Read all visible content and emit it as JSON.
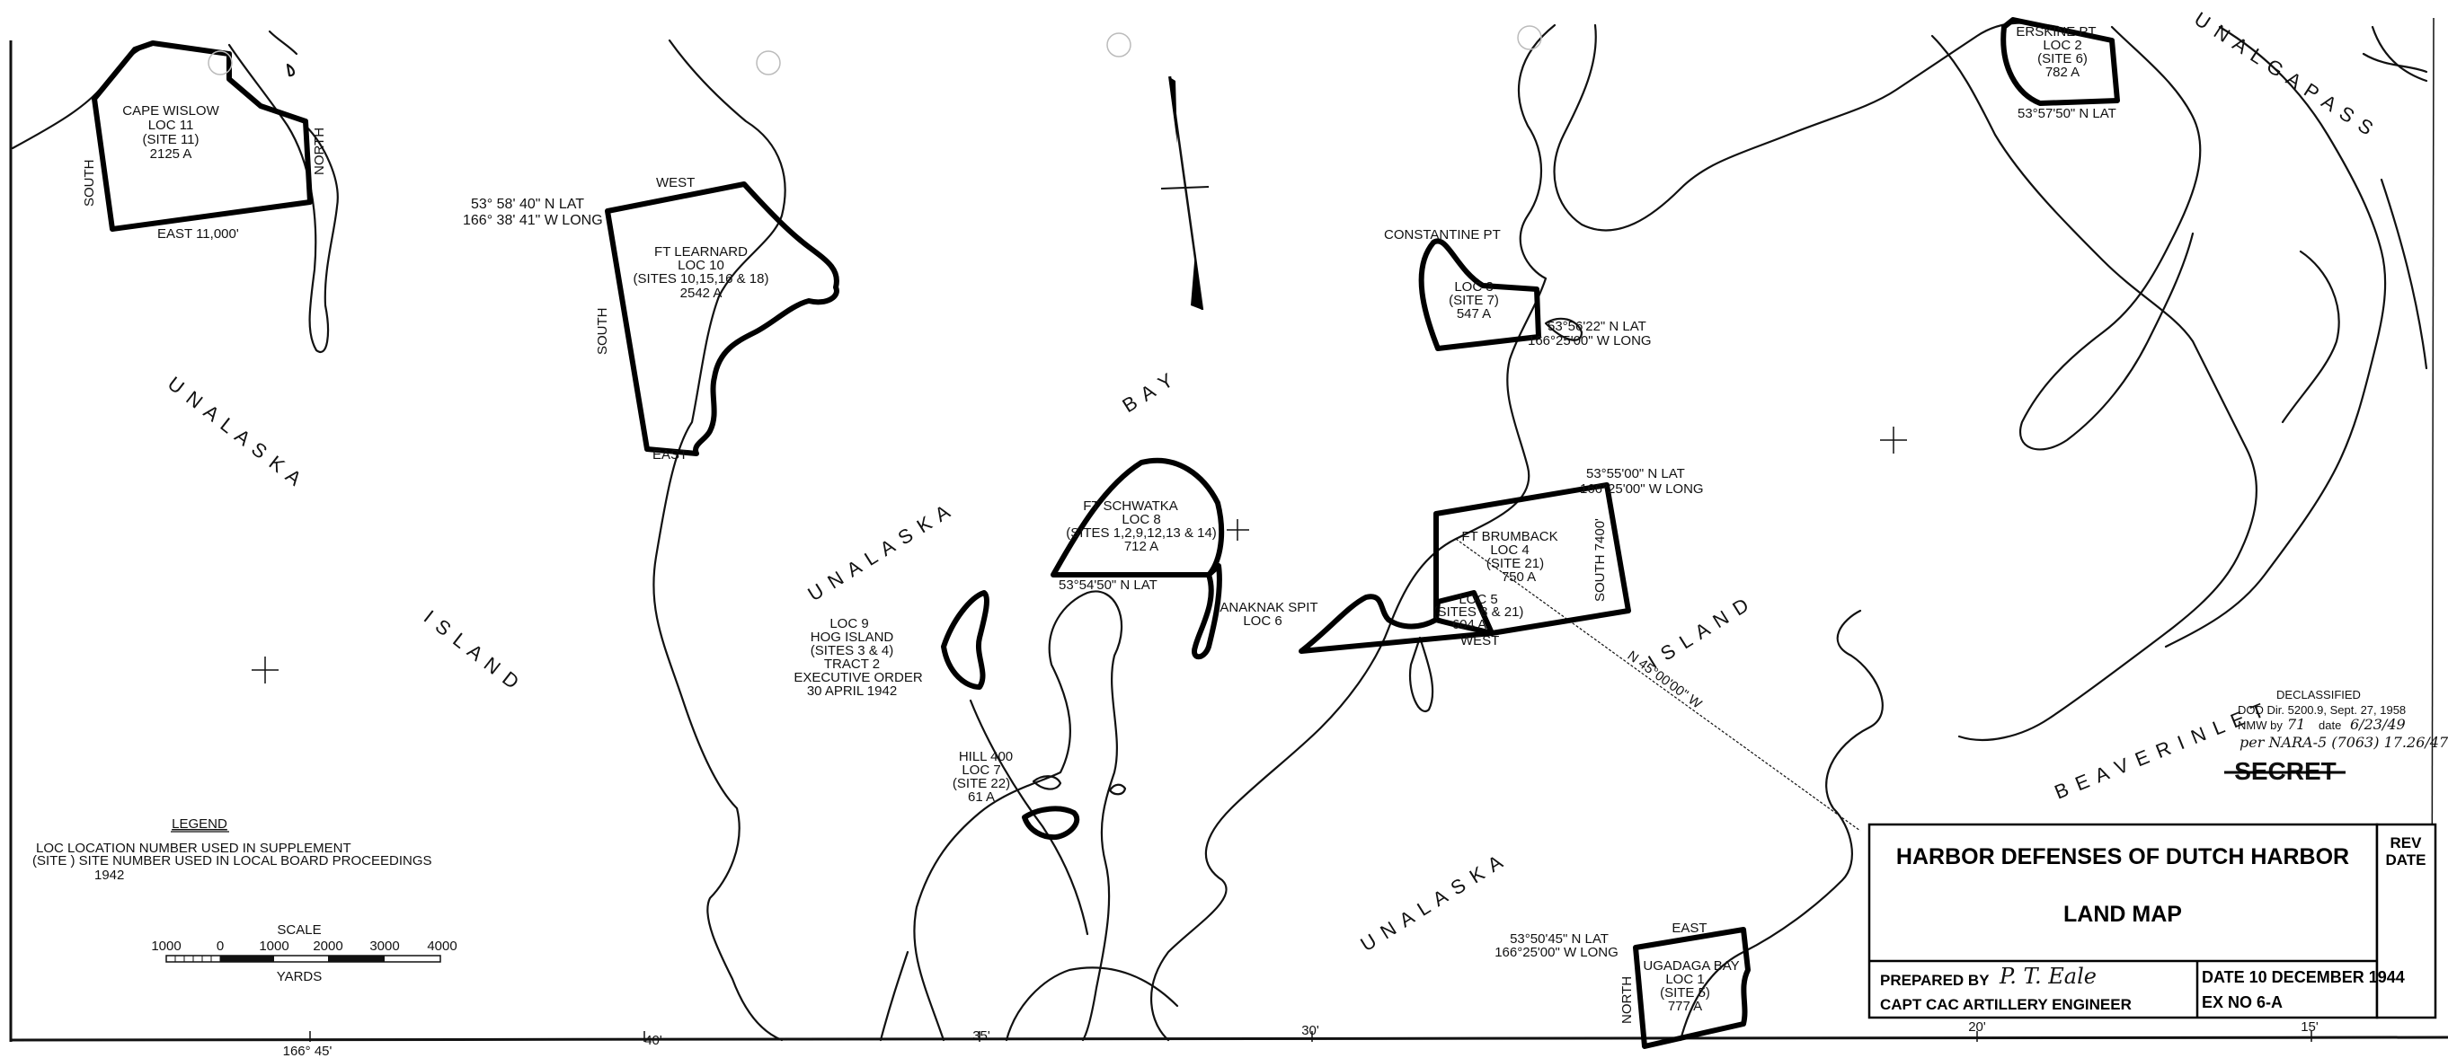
{
  "title_block": {
    "title": "HARBOR DEFENSES OF DUTCH HARBOR",
    "subtitle": "LAND MAP",
    "rev_label": "REV",
    "date_label": "DATE",
    "prepared_by_label": "PREPARED BY",
    "signature": "P. T. Eale",
    "preparer_title": "CAPT CAC ARTILLERY ENGINEER",
    "date": "DATE 10 DECEMBER 1944",
    "exhibit": "EX NO 6-A"
  },
  "stamp": {
    "line1": "DECLASSIFIED",
    "line2": "DOD Dir. 5200.9, Sept. 27, 1958",
    "line3": "NMW by",
    "line3_hand": "71",
    "line3_b": "date",
    "line3_date": "6/23/49",
    "line4": "per NARA-5 (7063) 17.26/47",
    "secret": "SECRET"
  },
  "legend": {
    "title": "LEGEND",
    "line1": "LOC  LOCATION NUMBER USED IN SUPPLEMENT",
    "line2": "(SITE  ) SITE NUMBER USED IN LOCAL BOARD PROCEEDINGS",
    "line3": "1942"
  },
  "scale": {
    "title": "SCALE",
    "ticks": [
      "1000",
      "0",
      "1000",
      "2000",
      "3000",
      "4000"
    ],
    "units": "YARDS"
  },
  "longitudes": [
    "166° 45'",
    "40'",
    "35'",
    "30'",
    "20'",
    "15'"
  ],
  "water_labels": {
    "unalaska_bay_1": "U N A L A S K A",
    "unalaska_bay_2": "B A Y",
    "unalga_pass": "U N A L G A   P A S S",
    "beaver_inlet": "B E A V E R   I N L E T"
  },
  "island_labels": {
    "west_1": "U N A L A S K A",
    "west_2": "I S L A N D",
    "east_1": "U N A L A S K A",
    "east_2": "I S L A N D"
  },
  "tracts": {
    "cape_wislow": {
      "name": "CAPE WISLOW",
      "loc": "LOC 11",
      "site": "(SITE 11)",
      "area": "2125 A",
      "south": "SOUTH",
      "north": "NORTH",
      "east": "EAST 11,000'"
    },
    "ft_learnard": {
      "name": "FT LEARNARD",
      "loc": "LOC 10",
      "site": "(SITES 10,15,16 & 18)",
      "area": "2542 A",
      "west": "WEST",
      "south": "SOUTH",
      "east": "EAST",
      "lat": "53° 58' 40\" N LAT",
      "long": "166° 38' 41\" W LONG"
    },
    "loc3": {
      "place": "CONSTANTINE PT",
      "loc": "LOC 3",
      "site": "(SITE 7)",
      "area": "547 A",
      "lat": "53°56'22\" N LAT",
      "long": "166°25'00\" W LONG"
    },
    "ft_schwatka": {
      "name": "FT SCHWATKA",
      "loc": "LOC 8",
      "site": "(SITES 1,2,9,12,13 & 14)",
      "area": "712 A",
      "lat": "53°54'50\" N LAT"
    },
    "anaknak": {
      "name": "ANAKNAK SPIT",
      "loc": "LOC 6"
    },
    "ft_brumback": {
      "name": "FT BRUMBACK",
      "loc": "LOC 4",
      "site": "(SITE 21)",
      "area": "750 A",
      "lat": "53°55'00\" N LAT",
      "long": "166°25'00\" W LONG",
      "south": "SOUTH 7400'"
    },
    "loc5": {
      "loc": "LOC 5",
      "site": "(SITES 8 & 21)",
      "area": "604 A",
      "west": "WEST"
    },
    "hog_island": {
      "loc": "LOC 9",
      "name": "HOG ISLAND",
      "sites": "(SITES 3 & 4)",
      "tract": "TRACT 2",
      "order1": "EXECUTIVE ORDER",
      "order2": "30 APRIL 1942"
    },
    "hill_400": {
      "name": "HILL 400",
      "loc": "LOC 7",
      "site": "(SITE 22)",
      "area": "61 A"
    },
    "ugadaga": {
      "name": "UGADAGA BAY",
      "loc": "LOC 1",
      "site": "(SITE 5)",
      "area": "777 A",
      "east": "EAST",
      "north": "NORTH",
      "lat": "53°50'45\" N LAT",
      "long": "166°25'00\" W LONG"
    },
    "erskine": {
      "name": "ERSKINE PT",
      "loc": "LOC 2",
      "site": "(SITE 6)",
      "area": "782 A",
      "lat": "53°57'50\" N LAT"
    }
  },
  "bearing": "N 45°00'00\" W"
}
